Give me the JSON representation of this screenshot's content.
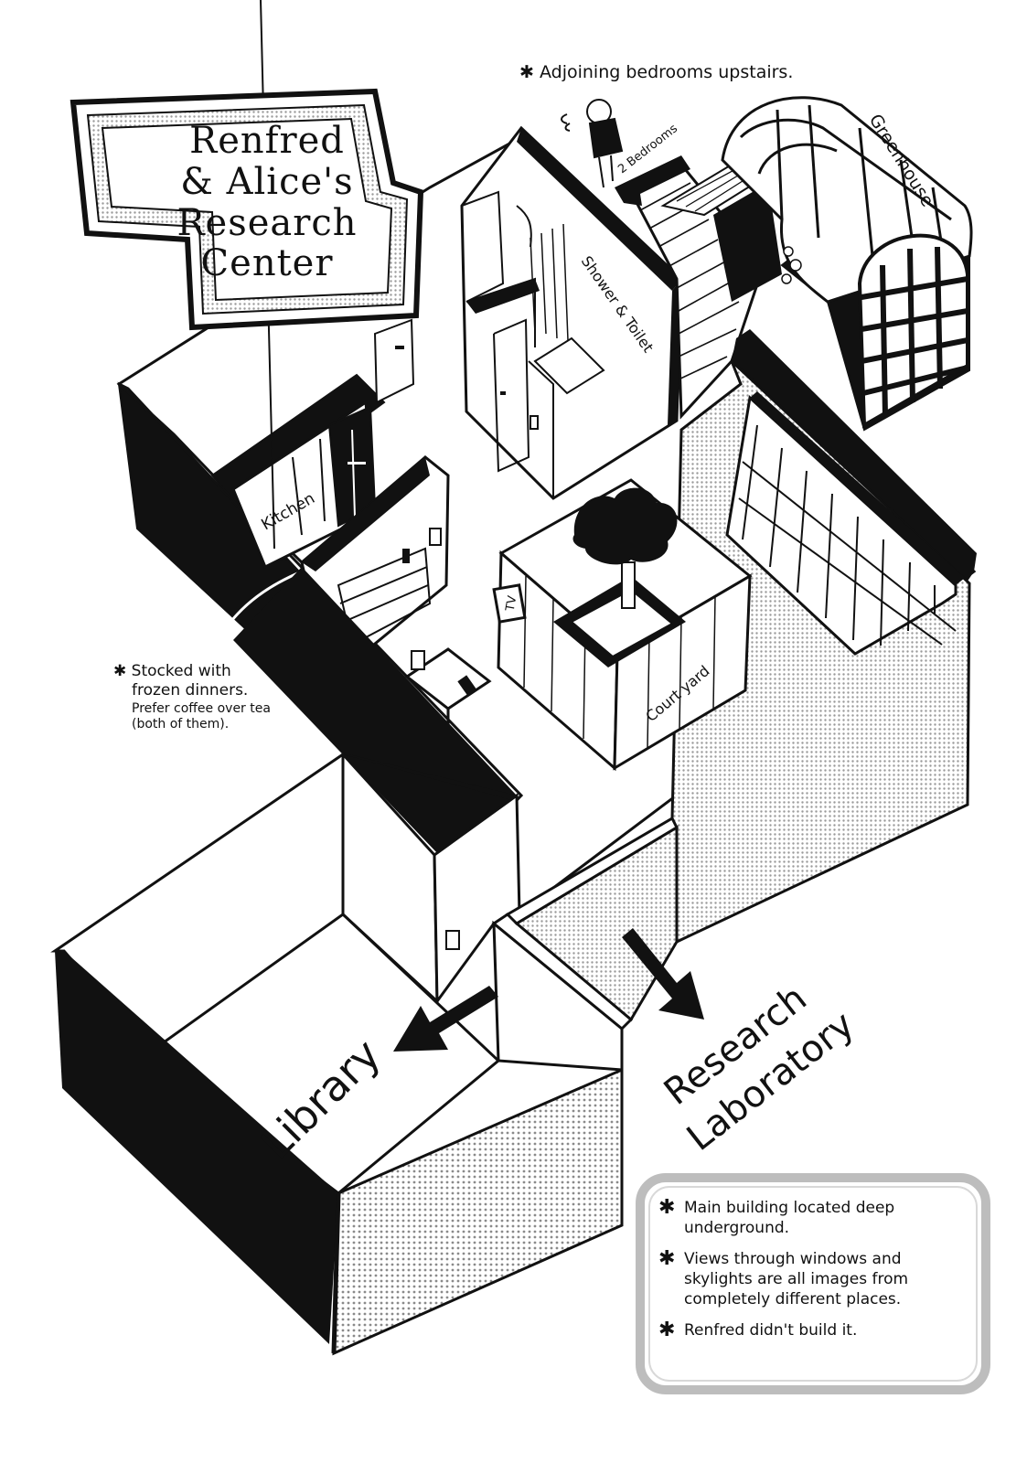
{
  "title": {
    "lines": [
      "Renfred",
      "& Alice's",
      "Research",
      "Center"
    ]
  },
  "rooms": {
    "kitchen": "Kitchen",
    "shower": "Shower & Toilet",
    "courtyard": "Court yard",
    "tv": "TV",
    "greenhouse": "Greenhouse",
    "bedrooms": "2 Bedrooms",
    "library": "Library",
    "lab_line1": "Research",
    "lab_line2": "Laboratory"
  },
  "notes": {
    "star": "✱",
    "upstairs": "Adjoining bedrooms upstairs.",
    "fridge_line1": "Stocked with",
    "fridge_line2": "frozen dinners.",
    "fridge_line3": "Prefer coffee over tea",
    "fridge_line4": "(both of them)."
  },
  "info_box": {
    "items": [
      "Main building located deep underground.",
      "Views through windows and skylights are all images from completely different places.",
      "Renfred didn't build it."
    ]
  },
  "colors": {
    "ink": "#111111",
    "paper": "#ffffff",
    "screentone": "#d4d4d4",
    "box_border": "#bdbdbd"
  }
}
